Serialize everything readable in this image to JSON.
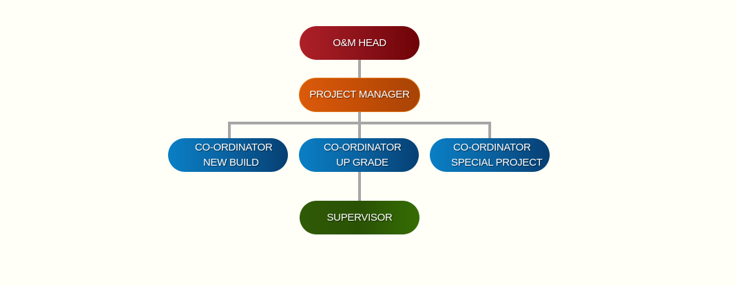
{
  "org_chart": {
    "head": {
      "label": "O&M HEAD",
      "color": "#8a1119"
    },
    "manager": {
      "label": "PROJECT MANAGER",
      "color": "#c44e06"
    },
    "coordinators": [
      {
        "line1": "CO-ORDINATOR",
        "line2": "NEW BUILD",
        "color": "#0a5f9c"
      },
      {
        "line1": "CO-ORDINATOR",
        "line2": "UP GRADE",
        "color": "#0a5f9c"
      },
      {
        "line1": "CO-ORDINATOR",
        "line2": "SPECIAL PROJECT",
        "color": "#0a5f9c"
      }
    ],
    "supervisor": {
      "label": "SUPERVISOR",
      "color": "#2a5204"
    },
    "connector_color": "#a6a6a6"
  }
}
